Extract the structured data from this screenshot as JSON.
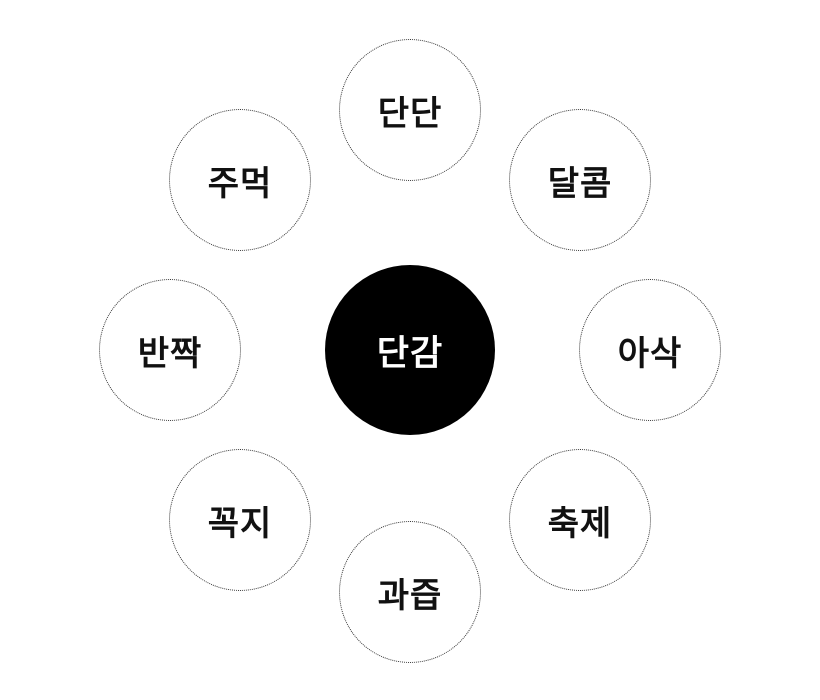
{
  "diagram": {
    "center": {
      "label": "단감"
    },
    "nodes": [
      {
        "label": "단단"
      },
      {
        "label": "달콤"
      },
      {
        "label": "아삭"
      },
      {
        "label": "축제"
      },
      {
        "label": "과즙"
      },
      {
        "label": "꼭지"
      },
      {
        "label": "반짝"
      },
      {
        "label": "주먹"
      }
    ]
  }
}
